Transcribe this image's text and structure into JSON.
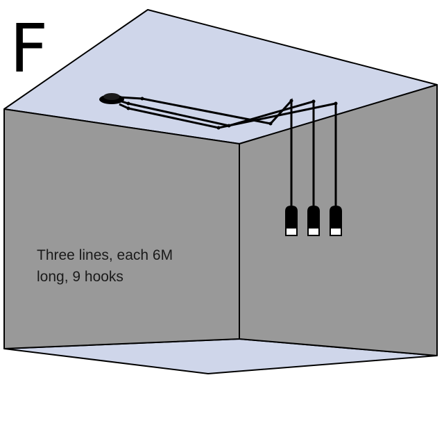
{
  "label": {
    "letter": "F"
  },
  "caption": {
    "line1": "Three lines, each 6M",
    "line2": "long, 9 hooks"
  },
  "colors": {
    "ceiling": "#cfd6ea",
    "floor": "#cfd6ea",
    "wall": "#999999",
    "outline": "#000000",
    "lamp_body": "#000000",
    "lamp_lens": "#ffffff"
  },
  "fixture": {
    "lines": 3,
    "hooks": 9,
    "line_length": "6M"
  }
}
